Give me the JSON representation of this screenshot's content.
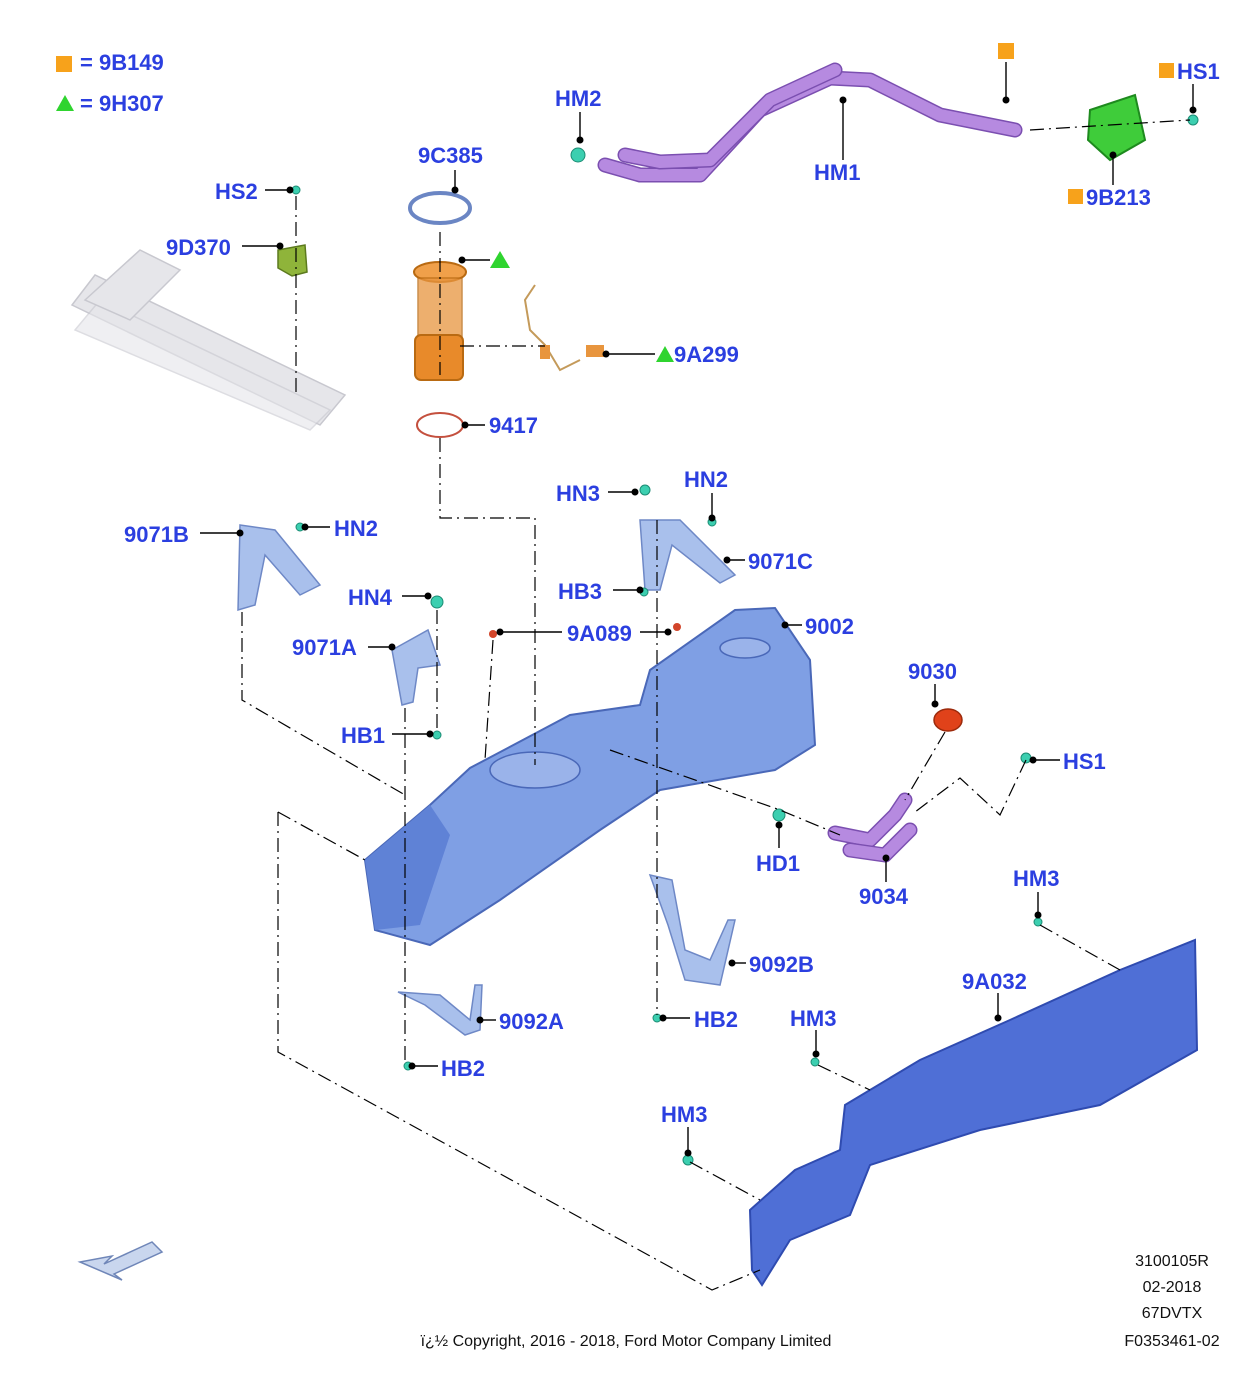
{
  "legend": [
    {
      "symbol": "square",
      "color": "#f7a21b",
      "text": "= 9B149"
    },
    {
      "symbol": "triangle",
      "color": "#2fd42f",
      "text": "= 9H307"
    }
  ],
  "callouts": {
    "hm2": "HM2",
    "hm1": "HM1",
    "hs1_top": "HS1",
    "b9213": "9B213",
    "c385": "9C385",
    "hs2": "HS2",
    "d370": "9D370",
    "a299": "9A299",
    "p9417": "9417",
    "hn3": "HN3",
    "hn2_right": "HN2",
    "p9071c": "9071C",
    "hb3": "HB3",
    "p9071b": "9071B",
    "hn2_left": "HN2",
    "hn4": "HN4",
    "p9071a": "9071A",
    "a089": "9A089",
    "p9002": "9002",
    "hb1": "HB1",
    "p9030": "9030",
    "hs1_mid": "HS1",
    "hd1": "HD1",
    "p9034": "9034",
    "hm3_a": "HM3",
    "a032": "9A032",
    "p9092b": "9092B",
    "p9092a": "9092A",
    "hb2_mid": "HB2",
    "hm3_b": "HM3",
    "hb2_left": "HB2",
    "hm3_c": "HM3"
  },
  "info_block": {
    "line1": "3100105R",
    "line2": "02-2018",
    "line3": "67DVTX",
    "line4": "F0353461-02"
  },
  "copyright": "ï¿½ Copyright, 2016 - 2018, Ford Motor Company Limited",
  "colors": {
    "square_marker": "#f7a21b",
    "triangle_marker": "#2fd42f",
    "label": "#2b3fe0"
  }
}
